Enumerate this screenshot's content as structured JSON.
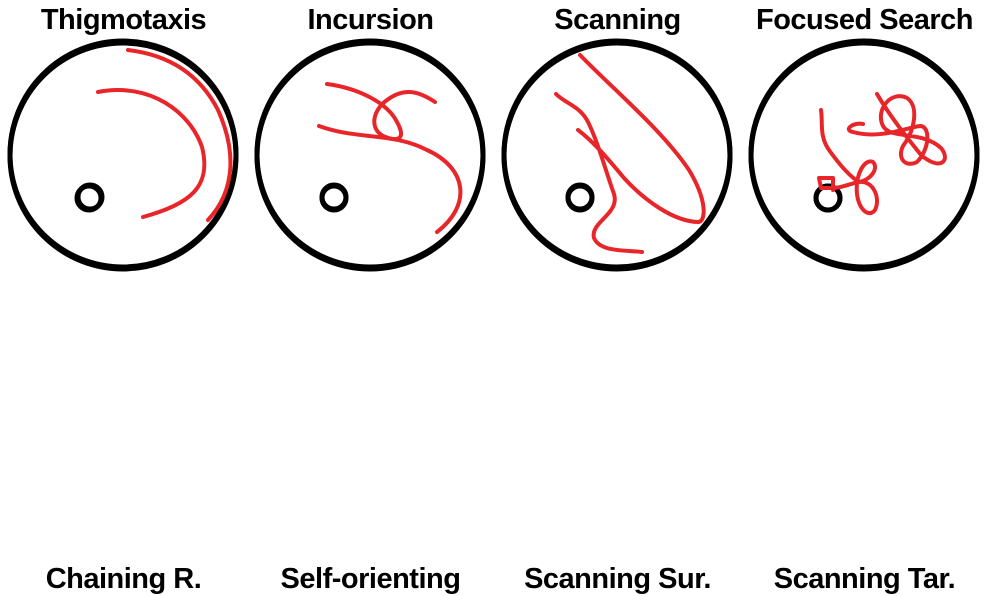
{
  "colors": {
    "outline": "#000000",
    "path": "#e8262a",
    "background": "#ffffff"
  },
  "panels": [
    {
      "label": "Thigmotaxis"
    },
    {
      "label": "Incursion"
    },
    {
      "label": "Scanning"
    },
    {
      "label": "Focused Search"
    },
    {
      "label": "Chaining R."
    },
    {
      "label": "Self-orienting"
    },
    {
      "label": "Scanning Sur."
    },
    {
      "label": "Scanning Tar."
    }
  ]
}
